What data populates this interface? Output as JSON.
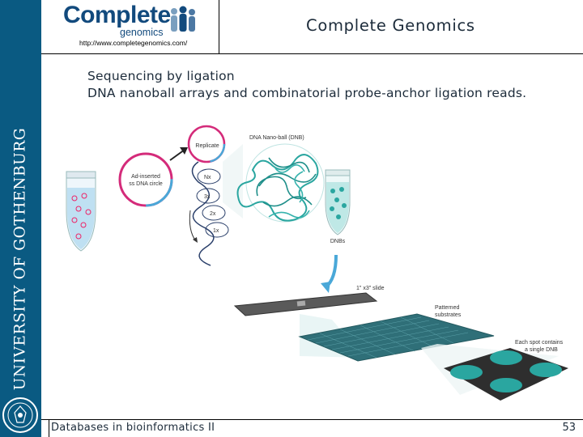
{
  "sidebar": {
    "university": "UNIVERSITY OF GOTHENBURG"
  },
  "logo": {
    "brand": "Complete",
    "sub": "genomics",
    "url": "http://www.completegenomics.com/"
  },
  "slide": {
    "title": "Complete Genomics",
    "subtitle_line1": "Sequencing by ligation",
    "subtitle_line2": "DNA nanoball arrays and combinatorial probe-anchor ligation reads."
  },
  "figure": {
    "labels": {
      "replicate": "Replicate",
      "dnb_title": "DNA Nano-ball (DNB)",
      "circle_line1": "Ad-inserted",
      "circle_line2": "ss DNA circle",
      "nx": "Nx",
      "x3": "3x",
      "x2": "2x",
      "x1": "1x",
      "dnbs": "DNBs",
      "slide": "1\" x3\" slide",
      "patterned_line1": "Patterned",
      "patterned_line2": "substrates",
      "spot_line1": "Each spot contains",
      "spot_line2": "a single DNB"
    }
  },
  "footer": {
    "course": "Databases in bioinformatics II",
    "page": "53"
  },
  "colors": {
    "sidebar": "#0a5a82",
    "text": "#1c2b3a",
    "logo": "#124a7d",
    "dnb": "#2aa6a0"
  }
}
